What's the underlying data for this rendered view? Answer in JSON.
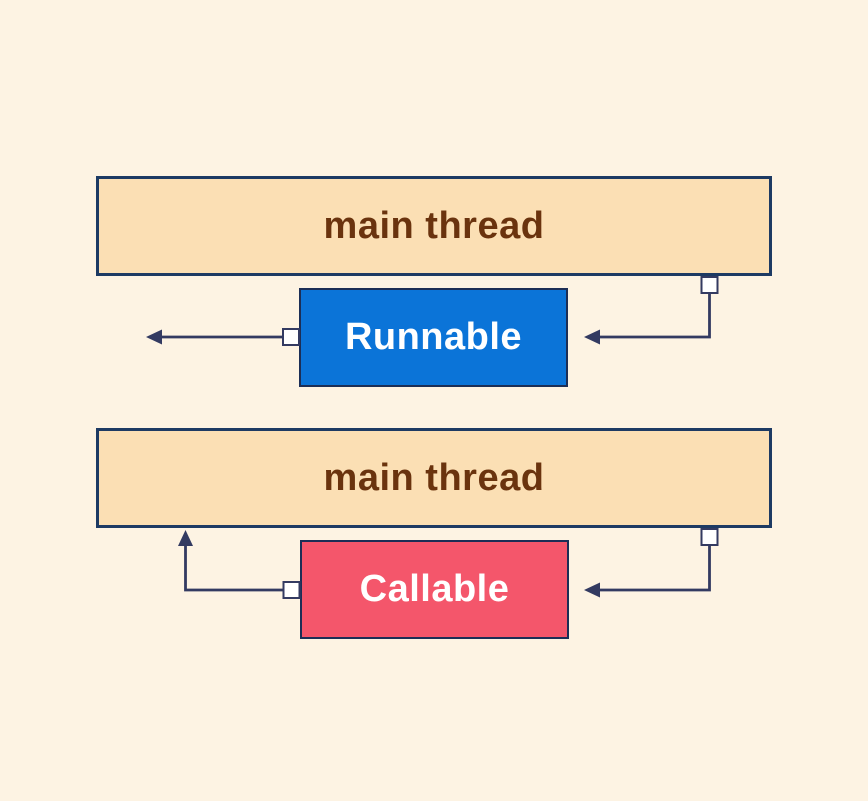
{
  "colors": {
    "background": "#fdf3e3",
    "thread_box_fill": "#fbdfb4",
    "thread_box_border": "#1d3a63",
    "thread_text": "#6a330e",
    "runnable_fill": "#0b74d8",
    "callable_fill": "#f4566b",
    "task_box_border": "#1c2e56",
    "task_text": "#ffffff",
    "connector": "#333a61"
  },
  "diagrams": [
    {
      "thread_label": "main thread",
      "task_label": "Runnable"
    },
    {
      "thread_label": "main thread",
      "task_label": "Callable"
    }
  ]
}
